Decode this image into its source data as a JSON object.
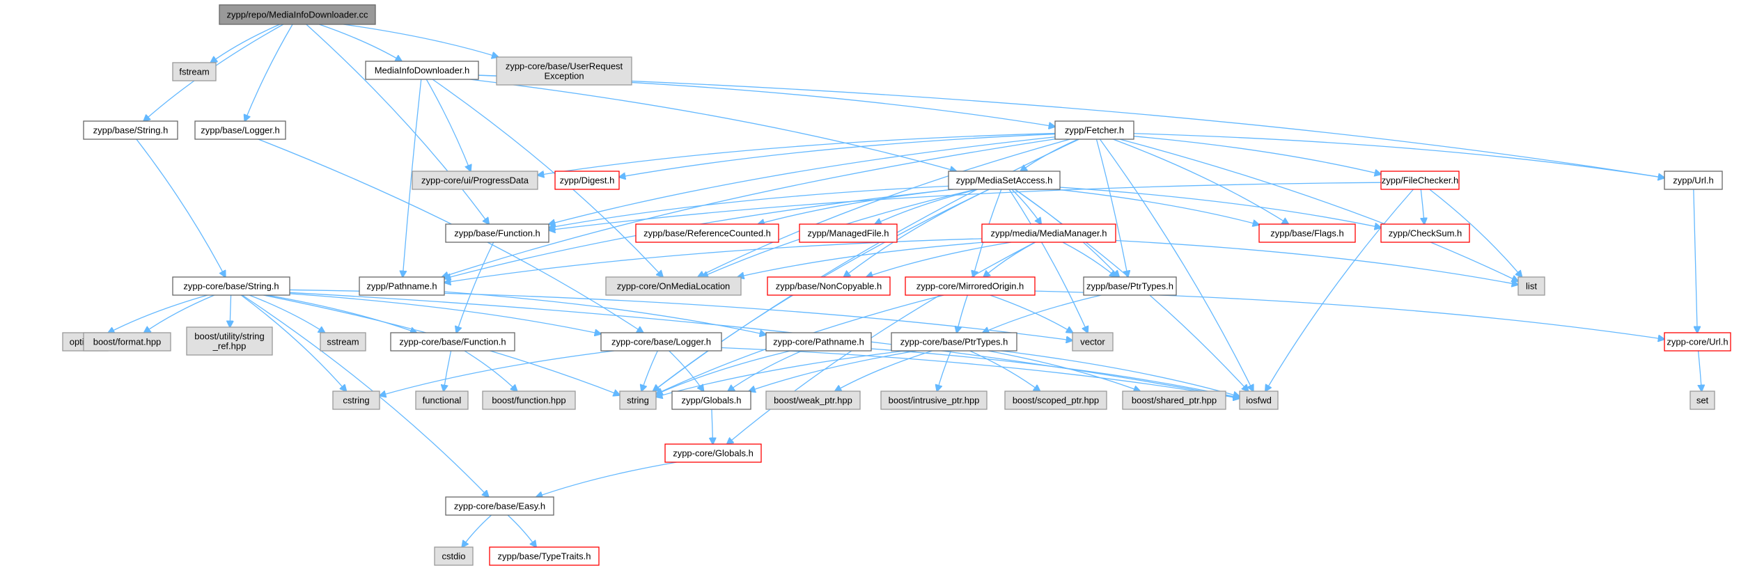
{
  "colors": {
    "edge": "#63b8ff",
    "node_fill_normal": "#ffffff",
    "node_fill_external": "#e0e0e0",
    "node_fill_root": "#999999",
    "border_normal": "#666666",
    "border_truncated": "#ff0000",
    "border_external": "#999999"
  },
  "legend_note": "normal = documented header; external = grey system/library header; truncated = red-bordered node with hidden children; root = file whose graph is shown",
  "nodes": [
    {
      "id": "root",
      "lines": [
        "zypp/repo/MediaInfoDownloader.cc"
      ],
      "kind": "root"
    },
    {
      "id": "fstream",
      "lines": [
        "fstream"
      ],
      "kind": "external"
    },
    {
      "id": "userreq",
      "lines": [
        "zypp-core/base/UserRequest",
        "Exception"
      ],
      "kind": "external"
    },
    {
      "id": "midh",
      "lines": [
        "MediaInfoDownloader.h"
      ],
      "kind": "normal"
    },
    {
      "id": "bstring",
      "lines": [
        "zypp/base/String.h"
      ],
      "kind": "normal"
    },
    {
      "id": "blogger",
      "lines": [
        "zypp/base/Logger.h"
      ],
      "kind": "normal"
    },
    {
      "id": "fetcher",
      "lines": [
        "zypp/Fetcher.h"
      ],
      "kind": "normal"
    },
    {
      "id": "progress",
      "lines": [
        "zypp-core/ui/ProgressData"
      ],
      "kind": "external"
    },
    {
      "id": "digest",
      "lines": [
        "zypp/Digest.h"
      ],
      "kind": "truncated"
    },
    {
      "id": "msa",
      "lines": [
        "zypp/MediaSetAccess.h"
      ],
      "kind": "normal"
    },
    {
      "id": "filechecker",
      "lines": [
        "zypp/FileChecker.h"
      ],
      "kind": "truncated"
    },
    {
      "id": "url",
      "lines": [
        "zypp/Url.h"
      ],
      "kind": "normal"
    },
    {
      "id": "bfunction",
      "lines": [
        "zypp/base/Function.h"
      ],
      "kind": "normal"
    },
    {
      "id": "refcounted",
      "lines": [
        "zypp/base/ReferenceCounted.h"
      ],
      "kind": "truncated"
    },
    {
      "id": "managedfile",
      "lines": [
        "zypp/ManagedFile.h"
      ],
      "kind": "truncated"
    },
    {
      "id": "mediamanager",
      "lines": [
        "zypp/media/MediaManager.h"
      ],
      "kind": "truncated"
    },
    {
      "id": "flags",
      "lines": [
        "zypp/base/Flags.h"
      ],
      "kind": "truncated"
    },
    {
      "id": "checksum",
      "lines": [
        "zypp/CheckSum.h"
      ],
      "kind": "truncated"
    },
    {
      "id": "cstring_core",
      "lines": [
        "zypp-core/base/String.h"
      ],
      "kind": "normal"
    },
    {
      "id": "pathname",
      "lines": [
        "zypp/Pathname.h"
      ],
      "kind": "normal"
    },
    {
      "id": "onmedia",
      "lines": [
        "zypp-core/OnMediaLocation"
      ],
      "kind": "external"
    },
    {
      "id": "noncopy",
      "lines": [
        "zypp/base/NonCopyable.h"
      ],
      "kind": "truncated"
    },
    {
      "id": "mirrored",
      "lines": [
        "zypp-core/MirroredOrigin.h"
      ],
      "kind": "truncated"
    },
    {
      "id": "bptrtypes",
      "lines": [
        "zypp/base/PtrTypes.h"
      ],
      "kind": "normal"
    },
    {
      "id": "list",
      "lines": [
        "list"
      ],
      "kind": "external"
    },
    {
      "id": "optional",
      "lines": [
        "optional"
      ],
      "kind": "external"
    },
    {
      "id": "bformat",
      "lines": [
        "boost/format.hpp"
      ],
      "kind": "external"
    },
    {
      "id": "bstrref",
      "lines": [
        "boost/utility/string",
        "_ref.hpp"
      ],
      "kind": "external"
    },
    {
      "id": "sstream",
      "lines": [
        "sstream"
      ],
      "kind": "external"
    },
    {
      "id": "corefunction",
      "lines": [
        "zypp-core/base/Function.h"
      ],
      "kind": "normal"
    },
    {
      "id": "corelogger",
      "lines": [
        "zypp-core/base/Logger.h"
      ],
      "kind": "normal"
    },
    {
      "id": "corepathname",
      "lines": [
        "zypp-core/Pathname.h"
      ],
      "kind": "normal"
    },
    {
      "id": "vector",
      "lines": [
        "vector"
      ],
      "kind": "external"
    },
    {
      "id": "coreptrtypes",
      "lines": [
        "zypp-core/base/PtrTypes.h"
      ],
      "kind": "normal"
    },
    {
      "id": "coreurl",
      "lines": [
        "zypp-core/Url.h"
      ],
      "kind": "truncated"
    },
    {
      "id": "cstring",
      "lines": [
        "cstring"
      ],
      "kind": "external"
    },
    {
      "id": "functional",
      "lines": [
        "functional"
      ],
      "kind": "external"
    },
    {
      "id": "bfunchpp",
      "lines": [
        "boost/function.hpp"
      ],
      "kind": "external"
    },
    {
      "id": "string",
      "lines": [
        "string"
      ],
      "kind": "external"
    },
    {
      "id": "globals",
      "lines": [
        "zypp/Globals.h"
      ],
      "kind": "normal"
    },
    {
      "id": "bweak",
      "lines": [
        "boost/weak_ptr.hpp"
      ],
      "kind": "external"
    },
    {
      "id": "bintrusive",
      "lines": [
        "boost/intrusive_ptr.hpp"
      ],
      "kind": "external"
    },
    {
      "id": "bscoped",
      "lines": [
        "boost/scoped_ptr.hpp"
      ],
      "kind": "external"
    },
    {
      "id": "bshared",
      "lines": [
        "boost/shared_ptr.hpp"
      ],
      "kind": "external"
    },
    {
      "id": "iosfwd",
      "lines": [
        "iosfwd"
      ],
      "kind": "external"
    },
    {
      "id": "set",
      "lines": [
        "set"
      ],
      "kind": "external"
    },
    {
      "id": "coreglobals",
      "lines": [
        "zypp-core/Globals.h"
      ],
      "kind": "truncated"
    },
    {
      "id": "easy",
      "lines": [
        "zypp-core/base/Easy.h"
      ],
      "kind": "normal"
    },
    {
      "id": "cstdio",
      "lines": [
        "cstdio"
      ],
      "kind": "external"
    },
    {
      "id": "typetraits",
      "lines": [
        "zypp/base/TypeTraits.h"
      ],
      "kind": "truncated"
    }
  ],
  "edges": [
    [
      "root",
      "fstream"
    ],
    [
      "root",
      "userreq"
    ],
    [
      "root",
      "midh"
    ],
    [
      "root",
      "bstring"
    ],
    [
      "root",
      "blogger"
    ],
    [
      "root",
      "bfunction"
    ],
    [
      "midh",
      "fetcher"
    ],
    [
      "midh",
      "progress"
    ],
    [
      "midh",
      "msa"
    ],
    [
      "midh",
      "url"
    ],
    [
      "midh",
      "pathname"
    ],
    [
      "midh",
      "onmedia"
    ],
    [
      "fetcher",
      "progress"
    ],
    [
      "fetcher",
      "digest"
    ],
    [
      "fetcher",
      "msa"
    ],
    [
      "fetcher",
      "filechecker"
    ],
    [
      "fetcher",
      "url"
    ],
    [
      "fetcher",
      "flags"
    ],
    [
      "fetcher",
      "list"
    ],
    [
      "fetcher",
      "iosfwd"
    ],
    [
      "fetcher",
      "pathname"
    ],
    [
      "fetcher",
      "onmedia"
    ],
    [
      "fetcher",
      "bptrtypes"
    ],
    [
      "fetcher",
      "bfunction"
    ],
    [
      "fetcher",
      "string"
    ],
    [
      "msa",
      "bfunction"
    ],
    [
      "msa",
      "refcounted"
    ],
    [
      "msa",
      "managedfile"
    ],
    [
      "msa",
      "mediamanager"
    ],
    [
      "msa",
      "flags"
    ],
    [
      "msa",
      "checksum"
    ],
    [
      "msa",
      "pathname"
    ],
    [
      "msa",
      "onmedia"
    ],
    [
      "msa",
      "noncopy"
    ],
    [
      "msa",
      "mirrored"
    ],
    [
      "msa",
      "bptrtypes"
    ],
    [
      "msa",
      "vector"
    ],
    [
      "msa",
      "iosfwd"
    ],
    [
      "msa",
      "string"
    ],
    [
      "filechecker",
      "checksum"
    ],
    [
      "filechecker",
      "list"
    ],
    [
      "filechecker",
      "iosfwd"
    ],
    [
      "filechecker",
      "bfunction"
    ],
    [
      "url",
      "coreurl"
    ],
    [
      "coreurl",
      "set"
    ],
    [
      "bstring",
      "cstring_core"
    ],
    [
      "blogger",
      "corelogger"
    ],
    [
      "bfunction",
      "corefunction"
    ],
    [
      "mediamanager",
      "pathname"
    ],
    [
      "mediamanager",
      "onmedia"
    ],
    [
      "mediamanager",
      "noncopy"
    ],
    [
      "mediamanager",
      "mirrored"
    ],
    [
      "mediamanager",
      "bptrtypes"
    ],
    [
      "mediamanager",
      "list"
    ],
    [
      "mediamanager",
      "coreglobals"
    ],
    [
      "mirrored",
      "coreptrtypes"
    ],
    [
      "mirrored",
      "vector"
    ],
    [
      "mirrored",
      "coreurl"
    ],
    [
      "mirrored",
      "string"
    ],
    [
      "bptrtypes",
      "coreptrtypes"
    ],
    [
      "pathname",
      "corepathname"
    ],
    [
      "cstring_core",
      "optional"
    ],
    [
      "cstring_core",
      "bformat"
    ],
    [
      "cstring_core",
      "bstrref"
    ],
    [
      "cstring_core",
      "sstream"
    ],
    [
      "cstring_core",
      "corefunction"
    ],
    [
      "cstring_core",
      "corelogger"
    ],
    [
      "cstring_core",
      "cstring"
    ],
    [
      "cstring_core",
      "string"
    ],
    [
      "cstring_core",
      "easy"
    ],
    [
      "cstring_core",
      "vector"
    ],
    [
      "cstring_core",
      "iosfwd"
    ],
    [
      "corefunction",
      "functional"
    ],
    [
      "corefunction",
      "bfunchpp"
    ],
    [
      "corelogger",
      "cstring"
    ],
    [
      "corelogger",
      "string"
    ],
    [
      "corelogger",
      "globals"
    ],
    [
      "corelogger",
      "iosfwd"
    ],
    [
      "corepathname",
      "string"
    ],
    [
      "corepathname",
      "globals"
    ],
    [
      "corepathname",
      "iosfwd"
    ],
    [
      "coreptrtypes",
      "string"
    ],
    [
      "coreptrtypes",
      "globals"
    ],
    [
      "coreptrtypes",
      "bweak"
    ],
    [
      "coreptrtypes",
      "bintrusive"
    ],
    [
      "coreptrtypes",
      "bscoped"
    ],
    [
      "coreptrtypes",
      "bshared"
    ],
    [
      "coreptrtypes",
      "iosfwd"
    ],
    [
      "globals",
      "coreglobals"
    ],
    [
      "coreglobals",
      "easy"
    ],
    [
      "easy",
      "cstdio"
    ],
    [
      "easy",
      "typetraits"
    ]
  ]
}
